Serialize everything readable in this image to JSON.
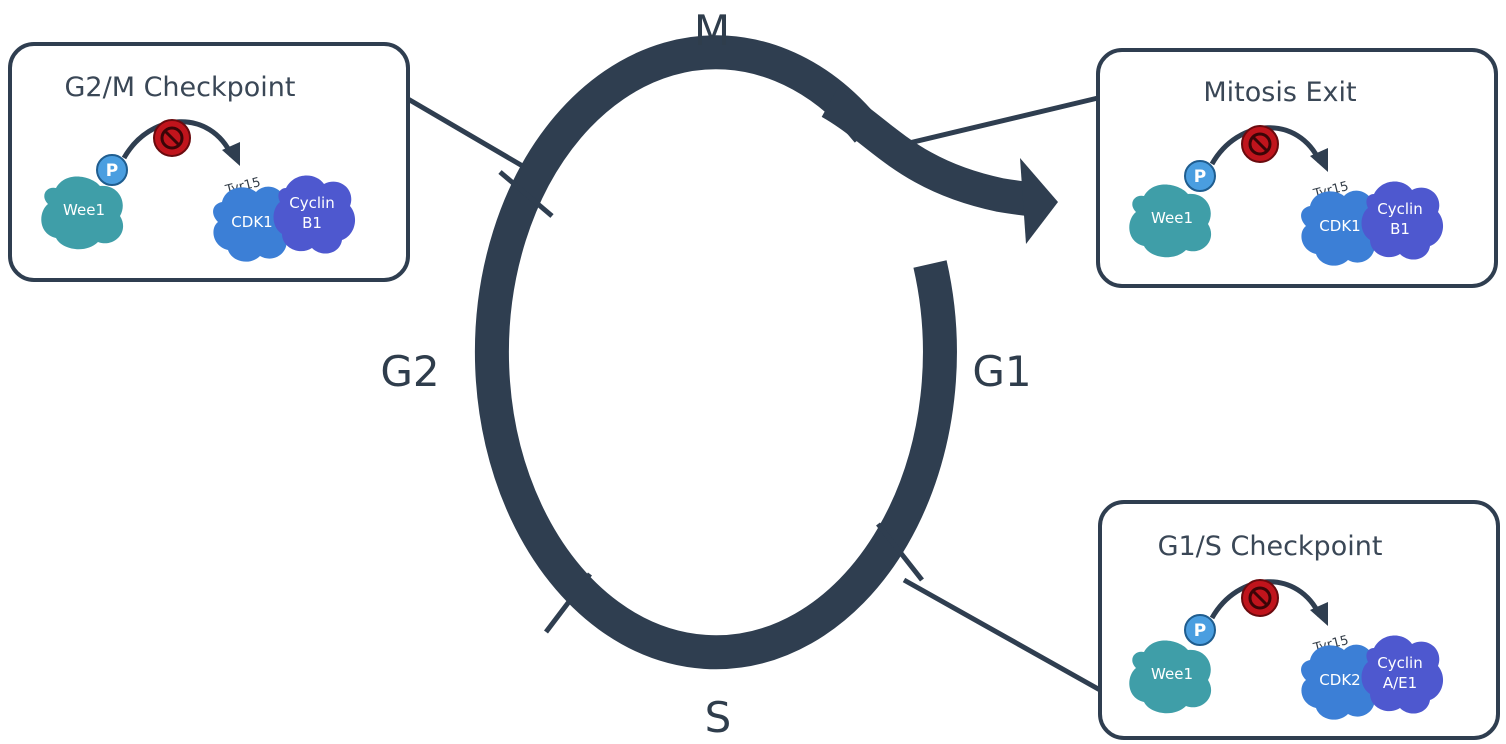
{
  "phases": {
    "m": "M",
    "g1": "G1",
    "s": "S",
    "g2": "G2"
  },
  "boxes": {
    "g2m": {
      "title": "G2/M Checkpoint",
      "kinase": "Wee1",
      "phospho": "P",
      "site": "Tyr15",
      "cdk": "CDK1",
      "cyclin_line1": "Cyclin",
      "cyclin_line2": "B1"
    },
    "exit": {
      "title": "Mitosis Exit",
      "kinase": "Wee1",
      "phospho": "P",
      "site": "Tyr15",
      "cdk": "CDK1",
      "cyclin_line1": "Cyclin",
      "cyclin_line2": "B1"
    },
    "g1s": {
      "title": "G1/S Checkpoint",
      "kinase": "Wee1",
      "phospho": "P",
      "site": "Tyr15",
      "cdk": "CDK2",
      "cyclin_line1": "Cyclin",
      "cyclin_line2": "A/E1"
    }
  },
  "colors": {
    "cycle": "#2f3e50",
    "wee1": "#3f9ea8",
    "cdk": "#3c7fd6",
    "cyclin": "#4e58cf",
    "phospho": "#4a9ee0",
    "inhibit": "#c0141c"
  },
  "icons": {
    "inhibit": "no-entry-icon",
    "arrow": "curved-arrow-icon"
  }
}
